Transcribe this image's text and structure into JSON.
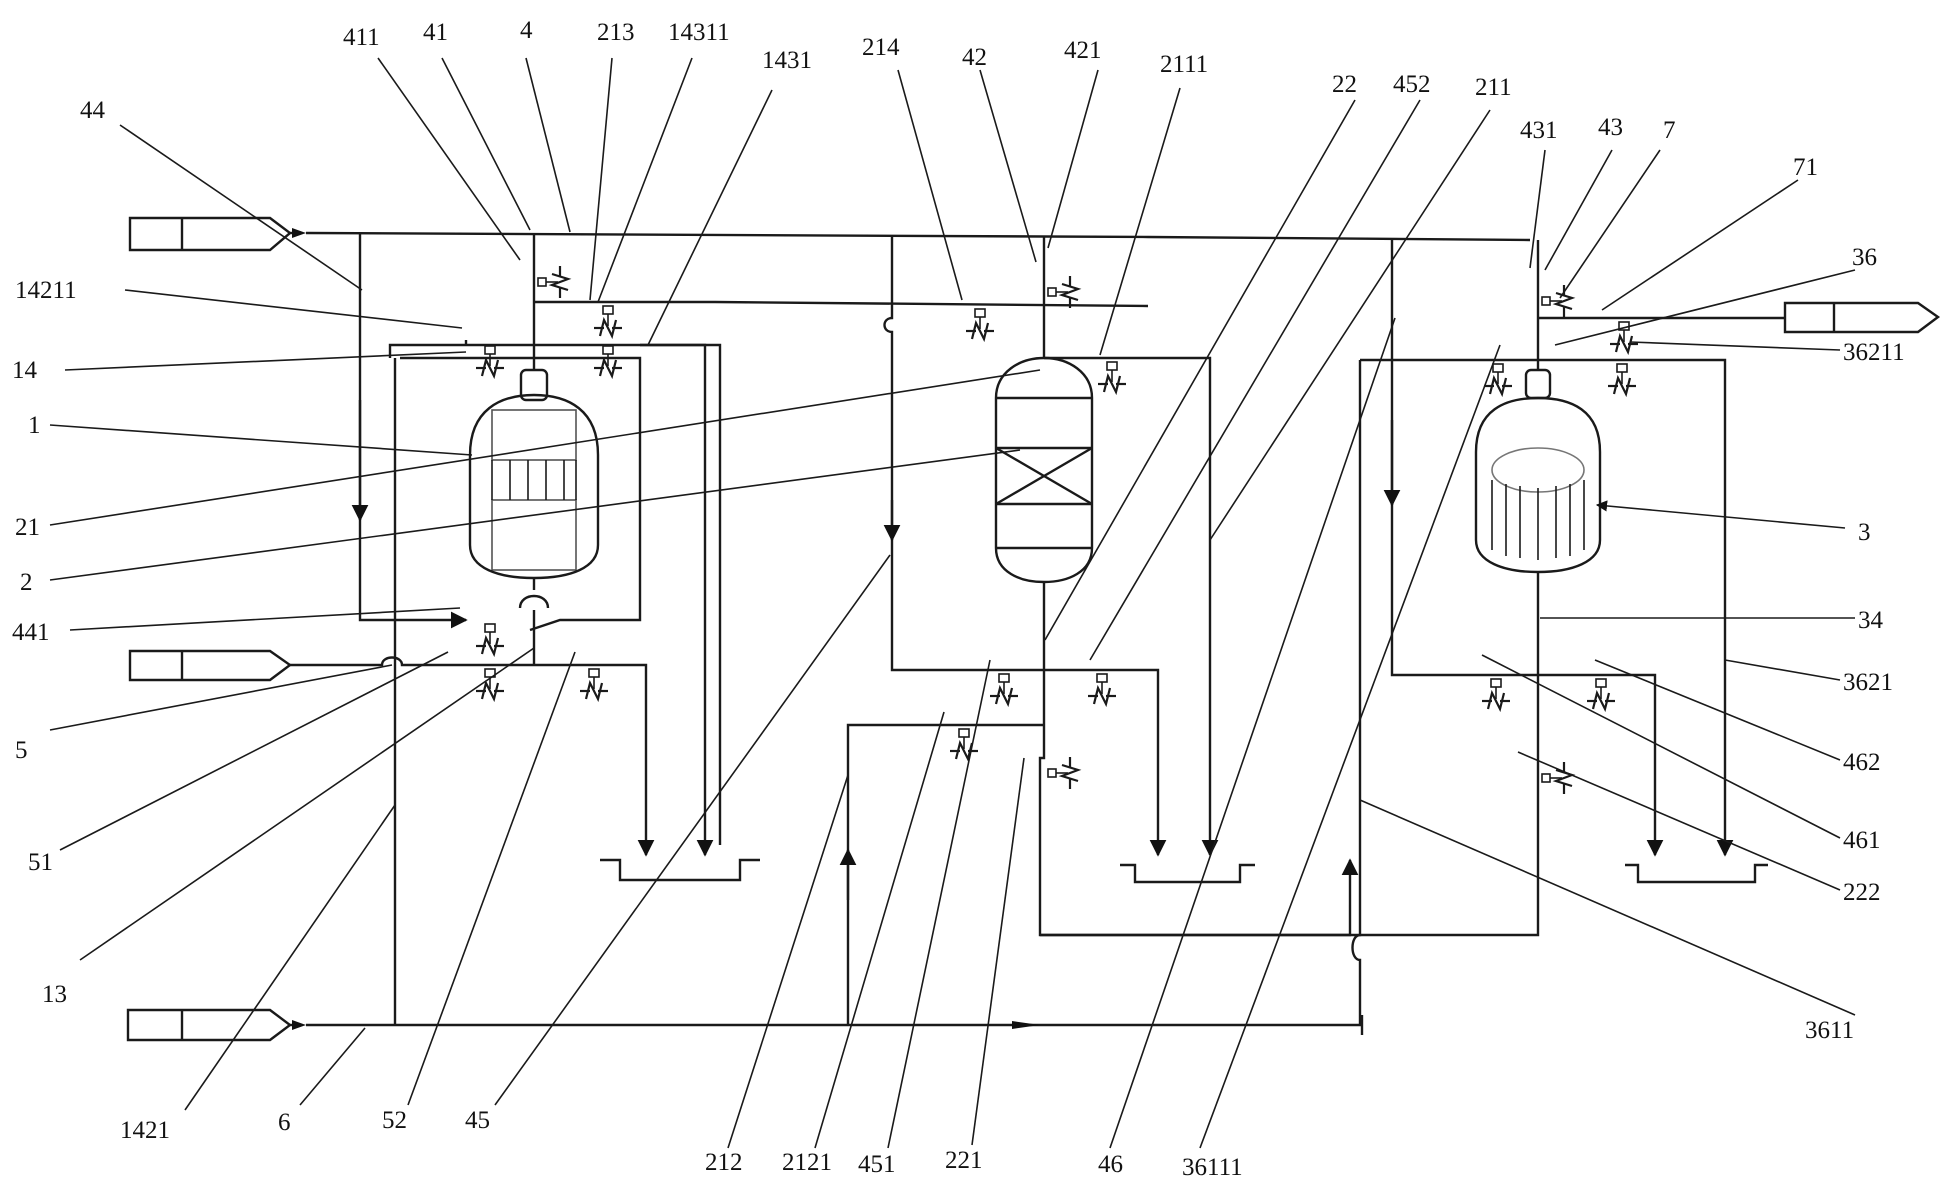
{
  "labels": {
    "l411": "411",
    "l41": "41",
    "l4": "4",
    "l213": "213",
    "l14311": "14311",
    "l1431": "1431",
    "l214": "214",
    "l42": "42",
    "l421": "421",
    "l2111": "2111",
    "l22": "22",
    "l452": "452",
    "l211": "211",
    "l431": "431",
    "l43": "43",
    "l7": "7",
    "l71": "71",
    "l36": "36",
    "l44": "44",
    "l14211": "14211",
    "l14": "14",
    "l1": "1",
    "l21": "21",
    "l2": "2",
    "l441": "441",
    "l5": "5",
    "l51": "51",
    "l13": "13",
    "l1421": "1421",
    "l6": "6",
    "l52": "52",
    "l45": "45",
    "l212": "212",
    "l2121": "2121",
    "l451": "451",
    "l221": "221",
    "l46": "46",
    "l36111": "36111",
    "l36211": "36211",
    "l3": "3",
    "l34": "34",
    "l3621": "3621",
    "l462": "462",
    "l461": "461",
    "l222": "222",
    "l3611": "3611"
  }
}
